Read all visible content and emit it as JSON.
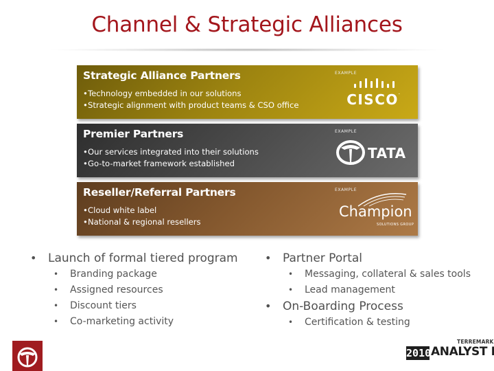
{
  "title": "Channel & Strategic Alliances",
  "colors": {
    "title": "#a3161c",
    "band_strategic": "#a88c12",
    "band_premier": "#4c4c4c",
    "band_reseller": "#84582e",
    "corner_logo": "#a01c20"
  },
  "tiers": [
    {
      "heading": "Strategic Alliance Partners",
      "bullets": [
        "Technology embedded in our solutions",
        "Strategic alignment with product teams & CSO office"
      ],
      "example_label": "EXAMPLE",
      "logo": {
        "icon": "cisco-logo",
        "text": "CISCO",
        "mark": "."
      }
    },
    {
      "heading": "Premier Partners",
      "bullets": [
        "Our services integrated into their solutions",
        "Go-to-market framework established"
      ],
      "example_label": "EXAMPLE",
      "logo": {
        "icon": "tata-logo",
        "text": "TATA"
      }
    },
    {
      "heading": "Reseller/Referral Partners",
      "bullets": [
        "Cloud white label",
        "National & regional resellers"
      ],
      "example_label": "EXAMPLE",
      "logo": {
        "icon": "champion-logo",
        "text": "Champion",
        "subtext": "SOLUTIONS GROUP"
      }
    }
  ],
  "left_list": {
    "main": "Launch of formal tiered program",
    "items": [
      "Branding package",
      "Assigned resources",
      "Discount tiers",
      "Co-marketing activity"
    ]
  },
  "right_list": {
    "main1": "Partner Portal",
    "items1": [
      "Messaging, collateral & sales tools",
      "Lead management"
    ],
    "main2": "On-Boarding Process",
    "items2": [
      "Certification & testing"
    ]
  },
  "footer": {
    "corner_icon": "terremark-logo-icon",
    "brand_top": "TERREMARK",
    "brand_year": "2010",
    "brand_main": "ANALYST DAY"
  }
}
